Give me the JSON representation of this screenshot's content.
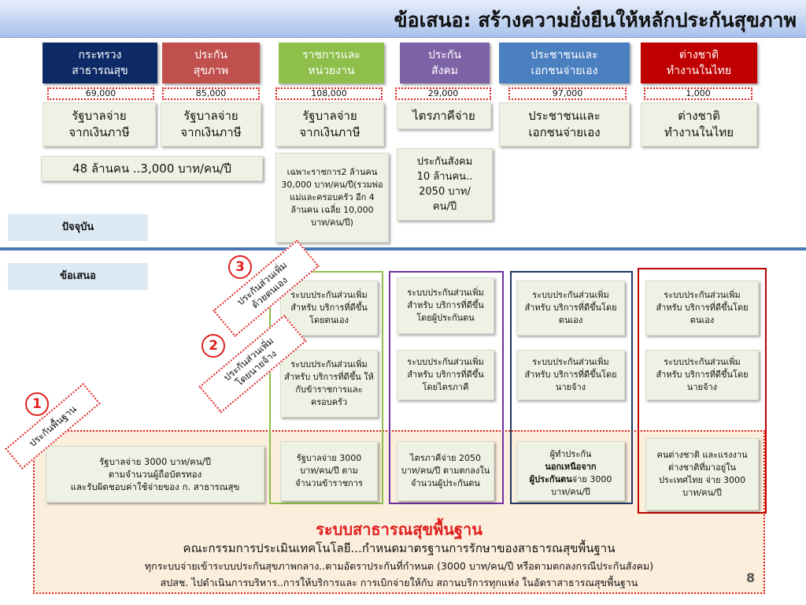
{
  "title": "ข้อเสนอ: สร้างความยั่งยืนให้หลักประกันสุขภาพ",
  "headers": [
    {
      "label": "กระทรวง\nสาธารณสุข",
      "color": "#0d2a66",
      "number": "69,000",
      "funding": "รัฐบาลจ่าย\nจากเงินภาษี"
    },
    {
      "label": "ประกัน\nสุขภาพ",
      "color": "#c0504d",
      "number": "85,000",
      "funding": "รัฐบาลจ่าย\nจากเงินภาษี"
    },
    {
      "label": "ราชการและ\nหน่วยงาน",
      "color": "#8dbf4a",
      "number": "108,000",
      "funding": "รัฐบาลจ่าย\nจากเงินภาษี"
    },
    {
      "label": "ประกัน\nสังคม",
      "color": "#7e62a6",
      "number": "29,000",
      "funding": "ไตรภาคีจ่าย"
    },
    {
      "label": "ประชาชนและ\nเอกชนจ่ายเอง",
      "color": "#4a7fc0",
      "number": "97,000",
      "funding": "ประชาชนและ\nเอกชนจ่ายเอง"
    },
    {
      "label": "ต่างชาติ\nทำงานในไทย",
      "color": "#c00000",
      "number": "1,000",
      "funding": "ต่างชาติ\nทำงานในไทย"
    }
  ],
  "info": {
    "moph": "48 ล้านคน ..3,000 บาท/คน/ปี",
    "civil": "เฉพาะราชการ2 ล้านคน 30,000 บาท/คน/ปี(รวมพ่อแม่และครอบครัว อีก 4 ล้านคน เฉลี่ย 10,000 บาท/คน/ปี)",
    "sso": "ประกันสังคม\n10 ล้านคน..\n2050 บาท/\nคน/ปี"
  },
  "labels": {
    "current": "ปัจจุบัน",
    "proposal": "ข้อเสนอ"
  },
  "tiers": [
    {
      "num": "1",
      "text": "ประกันพื้นฐาน"
    },
    {
      "num": "2",
      "text": "ประกันส่วนเพิ่ม\nโดยนายจ้าง"
    },
    {
      "num": "3",
      "text": "ประกันส่วนเพิ่ม\nด้วยตนเอง"
    }
  ],
  "proposal": {
    "civil_self": "ระบบประกันส่วนเพิ่ม สำหรับ บริการที่ดีขึ้น โดยตนเอง",
    "civil_employer": "ระบบประกันส่วนเพิ่ม สำหรับ บริการที่ดีขึ้น ให้กับข้าราชการและครอบครัว",
    "civil_base": "รัฐบาลจ่าย 3000 บาท/คน/ปี ตามจำนวนข้าราชการ",
    "sso_self": "ระบบประกันส่วนเพิ่ม สำหรับ บริการที่ดีขึ้น โดยผู้ประกันตน",
    "sso_employer": "ระบบประกันส่วนเพิ่ม สำหรับ บริการที่ดีขึ้น โดยไตรภาคี",
    "sso_base": "ไตรภาคีจ่าย 2050 บาท/คน/ปี ตามตกลงในจำนวนผู้ประกันตน",
    "private_self": "ระบบประกันส่วนเพิ่ม สำหรับ บริการที่ดีขึ้นโดยตนเอง",
    "private_employer": "ระบบประกันส่วนเพิ่ม สำหรับ บริการที่ดีขึ้นโดยนายจ้าง",
    "private_base_1": "ผู้ทำประกัน",
    "private_base_2": "นอกเหนือจาก",
    "private_base_3": "ผู้ประกันตน",
    "private_base_4": "จ่าย 3000 บาท/คน/ปี",
    "foreign_self": "ระบบประกันส่วนเพิ่มสำหรับ บริการที่ดีขึ้นโดยตนเอง",
    "foreign_employer": "ระบบประกันส่วนเพิ่มสำหรับ บริการที่ดีขึ้นโดยนายจ้าง",
    "foreign_base": "คนต่างชาติ และแรงงานต่างชาติที่มาอยู่ในประเทศไทย จ่าย 3000 บาท/คน/ปี",
    "gov_base": "รัฐบาลจ่าย 3000 บาท/คน/ปี\nตามจำนวนผู้ถือบัตรทอง\nและรับผิดชอบค่าใช้จ่ายของ ก. สาธารณสุข"
  },
  "bottom": {
    "heading": "ระบบสาธารณสุขพื้นฐาน",
    "line1": "คณะกรรมการประเมินเทคโนโลยี...กำหนดมาตรฐานการรักษาของสาธารณสุขพื้นฐาน",
    "line2": "ทุกระบบจ่ายเข้าระบบประกันสุขภาพกลาง..ตามอัตราประกันที่กำหนด (3000 บาท/คน/ปี หรือตามตกลงกรณีประกันสังคม)",
    "line3": "สปสช. ไปดำเนินการบริหาร..การให้บริการและ การเบิกจ่ายให้กับ สถานบริการทุกแห่ง ในอัตราสาธารณสุขพื้นฐาน"
  },
  "page_number": "8",
  "colors": {
    "red": "#e02020",
    "green": "#8dbf4a",
    "purple": "#7030a0",
    "navy": "#1f3864",
    "darkred": "#c00000"
  }
}
